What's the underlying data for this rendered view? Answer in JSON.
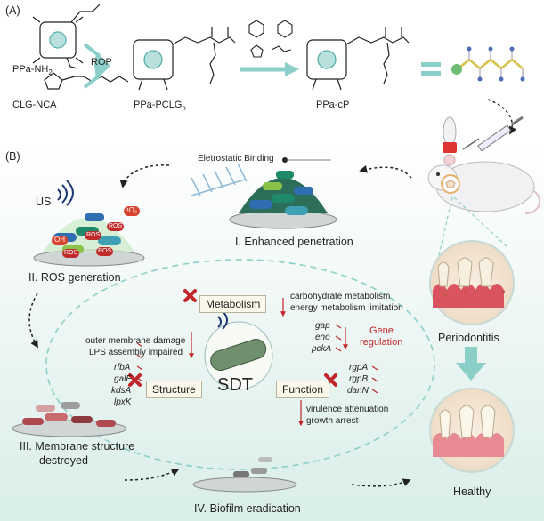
{
  "panels": {
    "a_label": "(A)",
    "b_label": "(B)"
  },
  "synthesis": {
    "reactant1": "PPa-NH",
    "reactant1_sub": "2",
    "reactant2": "CLG-NCA",
    "step": "ROP",
    "intermediate": "PPa-PCLG",
    "intermediate_sub": "n",
    "product": "PPa-cP"
  },
  "cycle": {
    "binding_label": "Eletrostatic Binding",
    "us_label": "US",
    "ros_badges": [
      "OH",
      "¹O₂",
      "ROS",
      "ROS",
      "ROS",
      "ROS"
    ],
    "step1": "I. Enhanced penetration",
    "step2": "II. ROS generation",
    "step3_line1": "III. Membrane structure",
    "step3_line2": "destroyed",
    "step4": "IV. Biofilm eradication"
  },
  "mechanism": {
    "center": "SDT",
    "metabolism": "Metabolism",
    "structure": "Structure",
    "function": "Function",
    "metab_note_1": "carbohydrate metabolism",
    "metab_note_2": "energy metabolism limitation",
    "metab_genes": [
      "gap",
      "eno",
      "pckA"
    ],
    "gene_reg_1": "Gene",
    "gene_reg_2": "regulation",
    "struct_note_1": "outer membrane damage",
    "struct_note_2": "LPS assembly impaired",
    "struct_genes": [
      "rfbA",
      "galE",
      "kdsA",
      "lpxK"
    ],
    "func_genes": [
      "rgpA",
      "rgpB",
      "danN"
    ],
    "func_note_1": "virulence attenuation",
    "func_note_2": "growth arrest"
  },
  "clinical": {
    "disease": "Periodontitis",
    "outcome": "Healthy"
  },
  "colors": {
    "teal": "#7cc4bd",
    "dash": "#8ccfc9",
    "red": "#c0262a",
    "dark_green": "#1f6e4d",
    "navy": "#1e3a72"
  }
}
